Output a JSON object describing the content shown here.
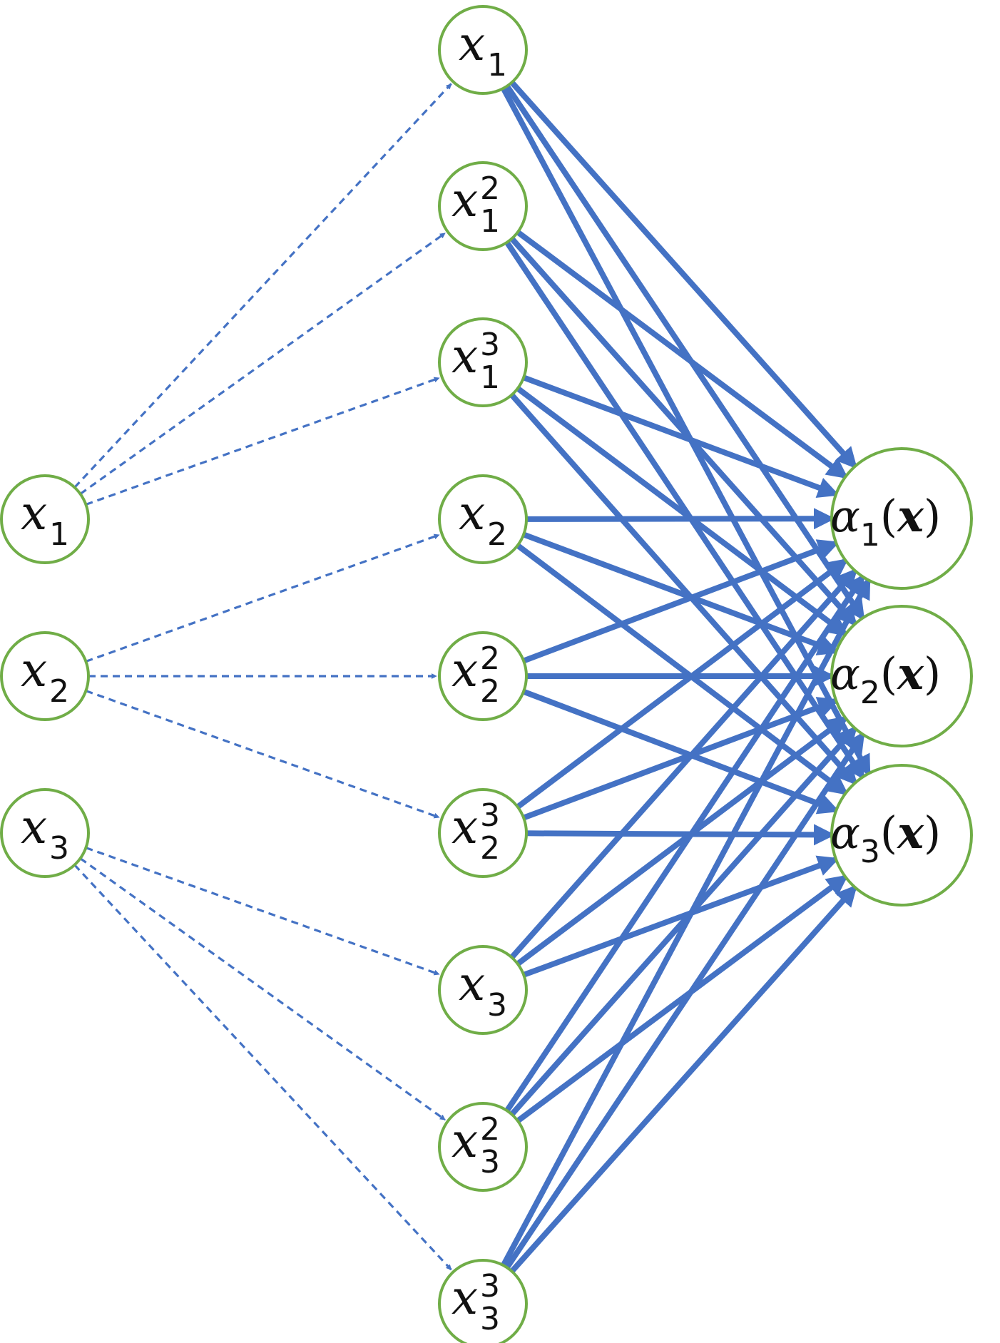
{
  "input_nodes": [
    {
      "id": "in1",
      "base": "x",
      "sub": "1",
      "sup": ""
    },
    {
      "id": "in2",
      "base": "x",
      "sub": "2",
      "sup": ""
    },
    {
      "id": "in3",
      "base": "x",
      "sub": "3",
      "sup": ""
    }
  ],
  "feature_nodes": [
    {
      "id": "f11",
      "base": "x",
      "sub": "1",
      "sup": ""
    },
    {
      "id": "f12",
      "base": "x",
      "sub": "1",
      "sup": "2"
    },
    {
      "id": "f13",
      "base": "x",
      "sub": "1",
      "sup": "3"
    },
    {
      "id": "f21",
      "base": "x",
      "sub": "2",
      "sup": ""
    },
    {
      "id": "f22",
      "base": "x",
      "sub": "2",
      "sup": "2"
    },
    {
      "id": "f23",
      "base": "x",
      "sub": "2",
      "sup": "3"
    },
    {
      "id": "f31",
      "base": "x",
      "sub": "3",
      "sup": ""
    },
    {
      "id": "f32",
      "base": "x",
      "sub": "3",
      "sup": "2"
    },
    {
      "id": "f33",
      "base": "x",
      "sub": "3",
      "sup": "3"
    }
  ],
  "output_nodes": [
    {
      "id": "o1",
      "base": "α",
      "sub": "1",
      "open": "(",
      "arg": "x",
      "close": ")"
    },
    {
      "id": "o2",
      "base": "α",
      "sub": "2",
      "open": "(",
      "arg": "x",
      "close": ")"
    },
    {
      "id": "o3",
      "base": "α",
      "sub": "3",
      "open": "(",
      "arg": "x",
      "close": ")"
    }
  ],
  "input_to_feature": [
    [
      "in1",
      "f11"
    ],
    [
      "in1",
      "f12"
    ],
    [
      "in1",
      "f13"
    ],
    [
      "in2",
      "f21"
    ],
    [
      "in2",
      "f22"
    ],
    [
      "in2",
      "f23"
    ],
    [
      "in3",
      "f31"
    ],
    [
      "in3",
      "f32"
    ],
    [
      "in3",
      "f33"
    ]
  ],
  "feature_to_output": "all",
  "colors": {
    "node_stroke": "#70ad47",
    "edge": "#4472c4",
    "text": "#111111",
    "background": "#ffffff"
  }
}
